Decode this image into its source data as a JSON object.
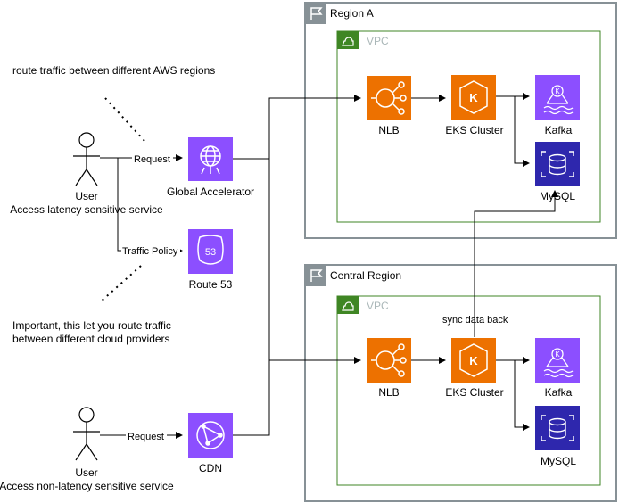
{
  "colors": {
    "region_border": "#879196",
    "region_icon_bg": "#879196",
    "vpc_border": "#3F8624",
    "vpc_icon_bg": "#3F8624",
    "vpc_label": "#AAB7B8",
    "networking_purple": "#8C4FFF",
    "compute_orange": "#ED7100",
    "database_blue": "#2E27AD",
    "analytics_purple": "#8C4FFF"
  },
  "regions": {
    "region_a": {
      "label": "Region A",
      "vpc_label": "VPC"
    },
    "central": {
      "label": "Central Region",
      "vpc_label": "VPC"
    }
  },
  "users": {
    "top": {
      "label": "User",
      "caption": "Access latency sensitive service"
    },
    "bottom": {
      "label": "User",
      "caption": "Access non-latency sensitive service"
    }
  },
  "notes": {
    "regions_note": "route traffic between different AWS regions",
    "providers_note_line1": "Important, this let you route traffic",
    "providers_note_line2": "between different cloud providers"
  },
  "edges": {
    "request_top": "Request",
    "traffic_policy": "Traffic Policy",
    "request_bottom": "Request",
    "sync": "sync data back"
  },
  "services": {
    "global_accelerator": {
      "label": "Global Accelerator",
      "icon": "global-accelerator-icon"
    },
    "route53": {
      "label": "Route 53",
      "icon": "route53-icon",
      "badge": "53"
    },
    "cdn": {
      "label": "CDN",
      "icon": "cloudfront-icon"
    },
    "a_nlb": {
      "label": "NLB",
      "icon": "nlb-icon"
    },
    "a_eks": {
      "label": "EKS Cluster",
      "icon": "eks-icon",
      "glyph": "K"
    },
    "a_kafka": {
      "label": "Kafka",
      "icon": "msk-icon",
      "glyph": "K"
    },
    "a_mysql": {
      "label": "MySQL",
      "icon": "rds-icon"
    },
    "c_nlb": {
      "label": "NLB",
      "icon": "nlb-icon"
    },
    "c_eks": {
      "label": "EKS Cluster",
      "icon": "eks-icon",
      "glyph": "K"
    },
    "c_kafka": {
      "label": "Kafka",
      "icon": "msk-icon",
      "glyph": "K"
    },
    "c_mysql": {
      "label": "MySQL",
      "icon": "rds-icon"
    }
  }
}
